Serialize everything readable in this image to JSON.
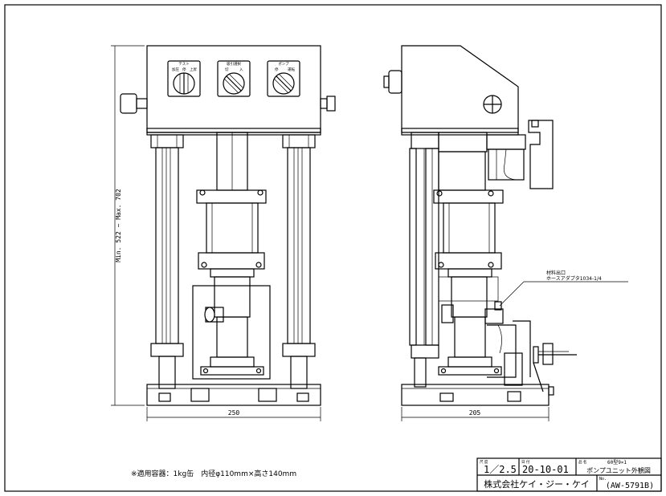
{
  "dimensions": {
    "height_range": "Min. 522 ~ Max. 702",
    "front_width": "250",
    "side_width": "205"
  },
  "panel": {
    "switch1_label_top": "テスト",
    "switch1_label_left": "加圧",
    "switch1_label_mid": "停",
    "switch1_label_right": "上昇",
    "switch2_label_top": "吸引選択",
    "switch2_label_left": "切",
    "switch2_label_right": "入",
    "switch3_label_top": "ポンプ",
    "switch3_label_left": "停",
    "switch3_label_right": "運転"
  },
  "callout": {
    "title": "材料出口",
    "detail": "ホースアダプタ1034-1/4"
  },
  "note": "※適用容器：1kg缶　内径φ110mm×高さ140mm",
  "title_block": {
    "scale_label": "尺 度",
    "scale_value": "1／2.5",
    "date_label": "日 付",
    "date_value": "20-10-01",
    "name_label": "品 名",
    "name_line1": "60型9×1",
    "name_line2": "ポンプユニット外観図",
    "company": "株式会社ケイ・ジー・ケイ",
    "no_label": "No.",
    "no_value": "(AW-5791B)"
  }
}
